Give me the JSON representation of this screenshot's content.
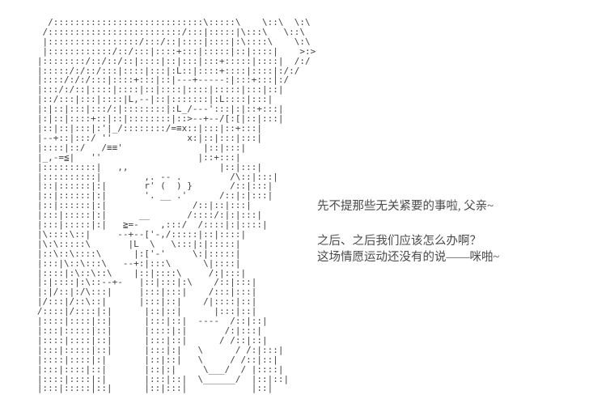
{
  "page": {
    "background_color": "#ffffff"
  },
  "ascii_art": {
    "color": "#3f3f3f",
    "description": "monochrome hatched AA character art",
    "lines": [
      "     /::::::::::::::::::::::::::::\\:::::\\    \\::\\  \\:\\",
      "    /:::::::::::::::::::::::::/:::|:::::|\\:::\\   \\::\\",
      "    |:::::::::::::::::/:::/::|::::|::::|:\\::::\\    \\:\\",
      "    |::::::::::::/::/:::|::::+:::|:::::|::|::::|    >:>",
      "   |::::::::/::/::/::|::::|::|:::|:::+:::::|::::|  /:/",
      "   |:::::/:/::/:::|::::|:::|:L::|::::+::::|::::|:/:/",
      "   |::::/:/:/:::|::::+:::|::|---+-----:|:::+:::|:/",
      "   |:::/:/::|::::|::::|::|::::|::::|:::::|:::|::|",
      "   |::/:::|:::|::::|L,--|::|:::::::|:L::::|:::|",
      "   |:|::|:::|:::/:|::::::::|:L_/---':::|:|::+:::|",
      "   |:|::|::::+::|::|::::::::|::>--+--/[:[|::|:::|",
      "   |::|::|:::|:'|_/::::::::/=≡x::|:::|::+:::|",
      "   |--+::|:::/ ''              x:|::|:::|:::|",
      "   |::::|::/   /≡≡'               |::|:::|",
      "   |_,-=≦|   ''                  |::+:::|",
      "   |::::::::::|   ,,                 |::|:::|",
      "   |::::::::::|        ,. -- .         /\\::|:::|",
      "   |::|::::::|:|       r' (  ) }       /::|:::|",
      "   |::|::::::|:|       '. __ .'      /::|:|:::|",
      "   |::|::::::|:|                /::|::|:::|",
      "   |:::|:::::|:|      __       /::::/:|:|:::|",
      "   |:::|:::::|:|   ≧=-    ,:::/  /::::|:|::::|",
      "   |\\::::\\::|     --+--['-,/:::::|::|::::|",
      "   |\\:\\:::::\\       |L  \\   \\:::|:|:::::|",
      "   |::\\::\\::::\\      |:['-'     \\:|:::::|",
      "   |:::|\\::\\:::\\   --+:|:::\\      \\|::::|",
      "   |::::|:\\::\\::\\    |::|::::\\     /:|:::|",
      "   |:|::::|:\\::--+-   |::|:::|:\\    /::|:::|",
      "   |:|/::|:/\\:::|     |:::|:::|    /:::|:::|",
      "   |/:::|/::\\::|      |:::|::|    /|::::|::|",
      "   /::::|/::::|:|      |::|::|      |:::|::|",
      "   |::::|::::|::|      |:::|::|  ----  /::|::|",
      "   |:::|:::::|::|      |::::|:|       /:|:::|",
      "   |::::|::::|::|      |:::|::|      / /::|::|",
      "   |:::|:::::|::|      |:::|:|   \\      / /:|:::|",
      "   |::::|::::|:|       |::|::|   \\     / /::|::|",
      "   |:::|::::|::|       |::|:|     \\___/  / |::::|",
      "   |::::|::::|:|       |:::|::|  \\______/  |::|::|",
      "   |:::|:::::|::|      |::|:::|            |::|"
    ]
  },
  "dialogue": {
    "color": "#4a4a4a",
    "line1": "先不提那些无关紧要的事啦, 父亲~",
    "line2": "之后、之后我们应该怎么办啊？",
    "line3": "这场情愿运动还没有的说——咪啪~"
  }
}
